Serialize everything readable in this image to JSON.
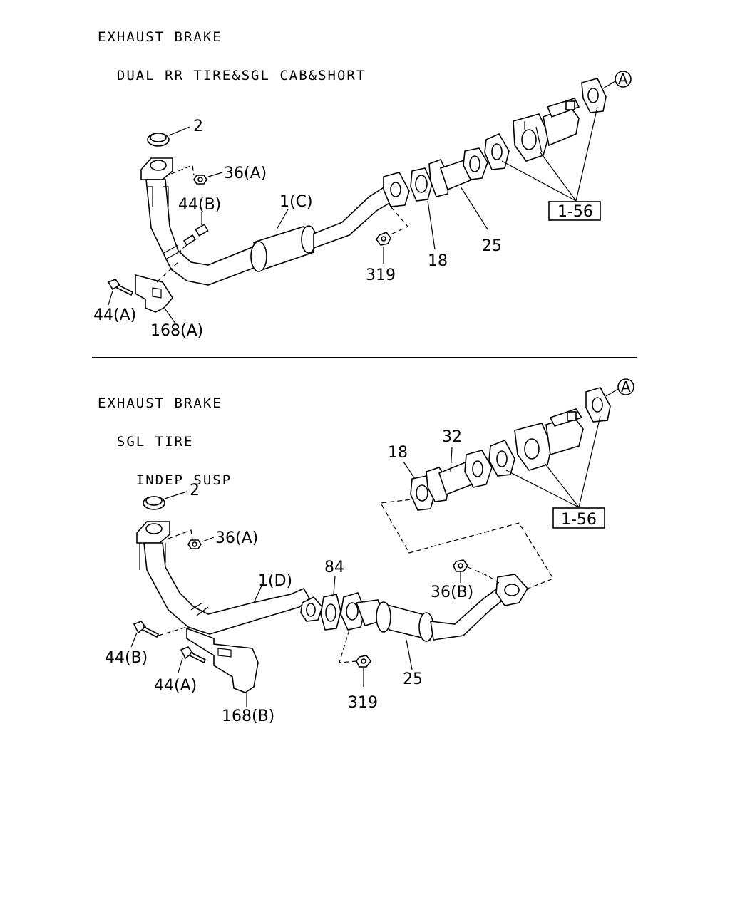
{
  "section_top": {
    "heading_lines": [
      "EXHAUST BRAKE",
      "  DUAL RR TIRE&SGL CAB&SHORT"
    ],
    "callouts": {
      "c2": "2",
      "c36a": "36(A)",
      "c44b": "44(B)",
      "c1c": "1(C)",
      "c44a": "44(A)",
      "c168a": "168(A)",
      "c319": "319",
      "c18": "18",
      "c25": "25",
      "ref": "1-56",
      "marker": "A"
    }
  },
  "section_bottom": {
    "heading_lines": [
      "EXHAUST BRAKE",
      "  SGL TIRE",
      "    INDEP SUSP"
    ],
    "callouts": {
      "c2": "2",
      "c36a": "36(A)",
      "c1d": "1(D)",
      "c84": "84",
      "c44b": "44(B)",
      "c44a": "44(A)",
      "c168b": "168(B)",
      "c319": "319",
      "c25": "25",
      "c36b": "36(B)",
      "c18": "18",
      "c32": "32",
      "ref": "1-56",
      "marker": "A"
    }
  }
}
